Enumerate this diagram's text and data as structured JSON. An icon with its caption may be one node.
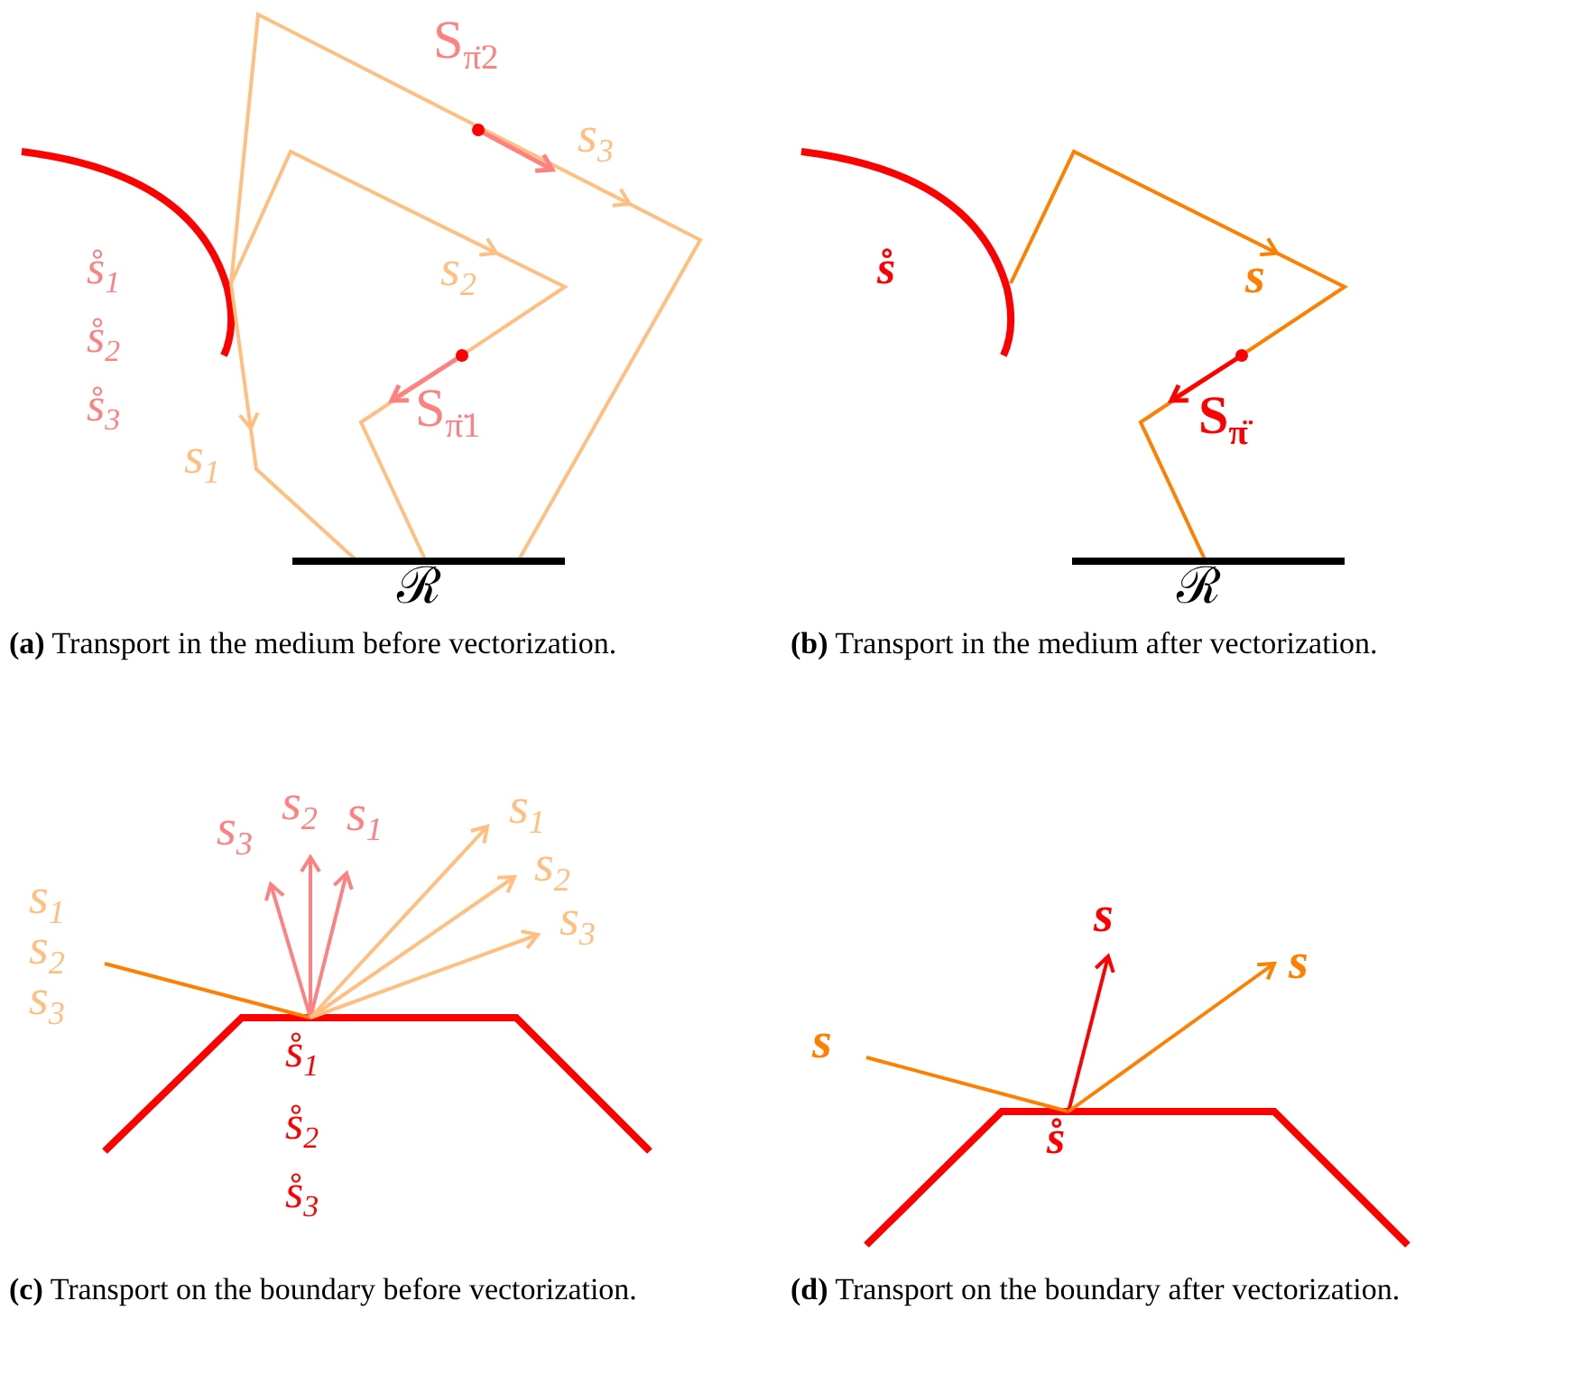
{
  "diagram": {
    "labels": [
      "S$_{π̈2}$",
      "s$_{3}$",
      "s̊$_{1}$",
      "s̊$_{2}$",
      "s̊$_{3}$",
      "s$_{2}$",
      "S$_{π̈1}$",
      "s$_{1}$",
      "ℛ",
      "**(a)** Transport in the medium before vectorization.",
      "s̊",
      "s",
      "S$_{π̈}$",
      "ℛ",
      "**(b)** Transport in the medium after vectorization.",
      "s$_{3}$",
      "s$_{2}$",
      "s$_{1}$",
      "s$_{1}$",
      "s$_{2}$",
      "s$_{3}$",
      "s$_{1}$",
      "s$_{2}$",
      "s$_{3}$",
      "s̊$_{1}$",
      "s̊$_{2}$",
      "s̊$_{3}$",
      "**(c)** Transport on the boundary before vectorization.",
      "s",
      "s",
      "s",
      "s̊",
      "**(d)** Transport on the boundary after vectorization."
    ]
  }
}
